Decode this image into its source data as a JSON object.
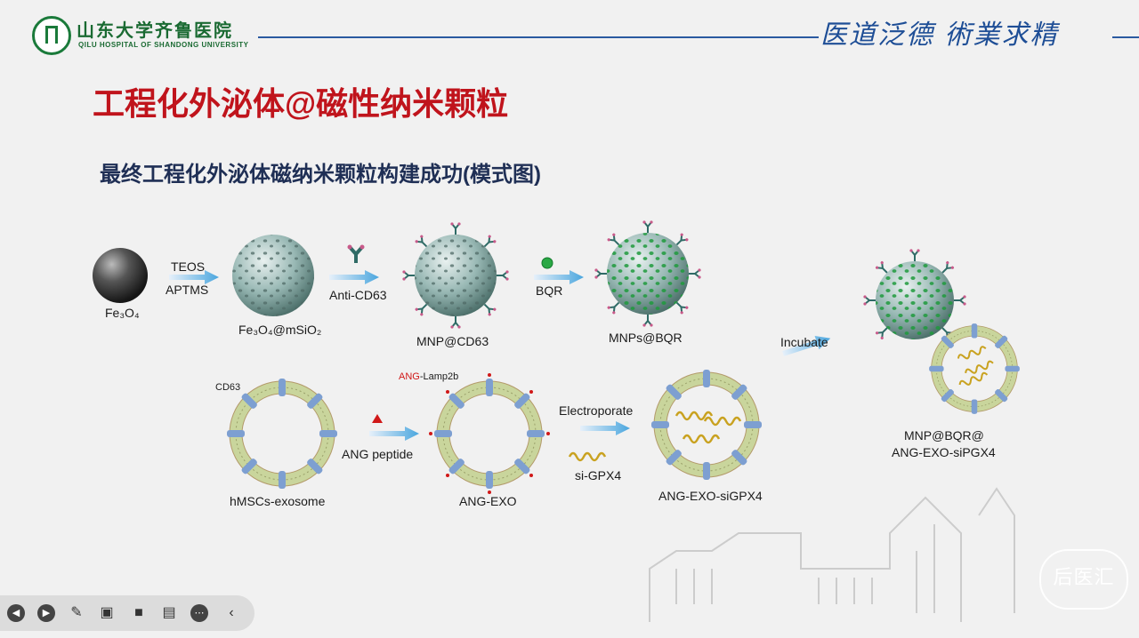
{
  "header": {
    "logo_name": "山东大学齐鲁医院",
    "logo_sub": "QILU HOSPITAL OF SHANDONG UNIVERSITY",
    "motto": "医道泛德 術業求精"
  },
  "slide": {
    "title": "工程化外泌体@磁性纳米颗粒",
    "subtitle": "最终工程化外泌体磁纳米颗粒构建成功(模式图)"
  },
  "diagram": {
    "fe3o4": "Fe₃O₄",
    "step1_top": "TEOS",
    "step1_bottom": "APTMS",
    "fe3o4_msio2": "Fe₃O₄@mSiO₂",
    "anti_cd63": "Anti-CD63",
    "mnp_cd63": "MNP@CD63",
    "bqr_label": "BQR",
    "mnps_bqr": "MNPs@BQR",
    "incubate": "Incubate",
    "cd63": "CD63",
    "hmsc_exo": "hMSCs-exosome",
    "ang_peptide": "ANG peptide",
    "ang_prefix": "ANG",
    "ang_lamp": "-Lamp2b",
    "ang_exo": "ANG-EXO",
    "electroporate": "Electroporate",
    "si_gpx4": "si-GPX4",
    "ang_exo_sigpx4": "ANG-EXO-siGPX4",
    "final_line1": "MNP@BQR@",
    "final_line2": "ANG-EXO-siPGX4"
  },
  "watermark": "后医汇",
  "toolbar": {
    "icons": [
      "prev-icon",
      "play-icon",
      "pen-icon",
      "screenshot-icon",
      "camera-icon",
      "comment-icon",
      "more-icon",
      "collapse-icon"
    ]
  }
}
